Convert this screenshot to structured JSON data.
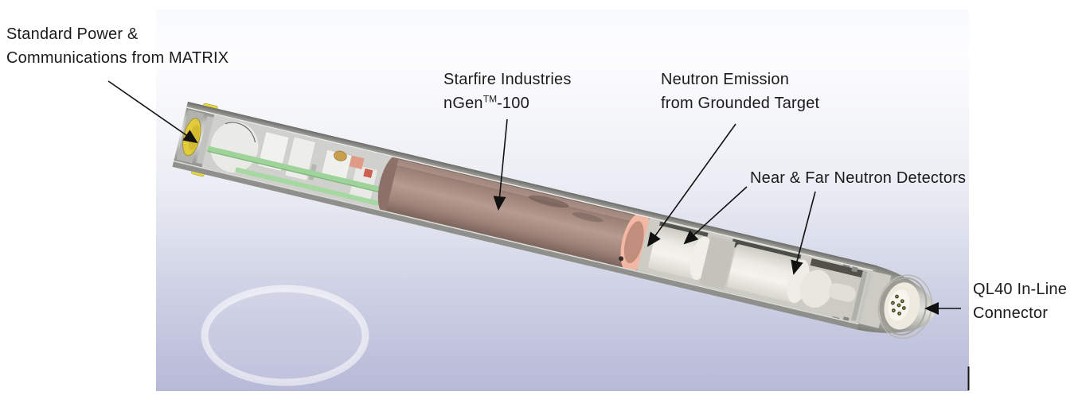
{
  "figure": {
    "type": "labeled-cutaway-diagram",
    "subject": "neutron logging tool cutaway render"
  },
  "annotations": {
    "standard_power": {
      "line1": "Standard Power &",
      "line2": "Communications from MATRIX"
    },
    "generator": {
      "line1": "Starfire Industries",
      "product": "nGen",
      "trademark": "TM",
      "model_suffix": "-100"
    },
    "neutron_emission": {
      "line1": "Neutron Emission",
      "line2": "from Grounded Target"
    },
    "detectors": {
      "text": "Near & Far Neutron Detectors"
    },
    "ql40": {
      "line1": "QL40 In-Line",
      "line2": "Connector"
    }
  },
  "colors": {
    "annotation_text": "#1b1b1b",
    "arrow": "#111111",
    "background_gradient_top": "#f8fafd",
    "background_gradient_bottom": "#b7b9d7",
    "housing_gray": "#a2a29e",
    "generator_copper": "#a98a80",
    "target_ring_salmon": "#f3b8a3",
    "target_center_mauve": "#c18e7e",
    "detector_white": "#e9e8e2",
    "pcb_green": "#9ed49a",
    "matrix_connector_yellow": "#e6cf3e",
    "connector_pin_olive": "#b9bc3e"
  }
}
